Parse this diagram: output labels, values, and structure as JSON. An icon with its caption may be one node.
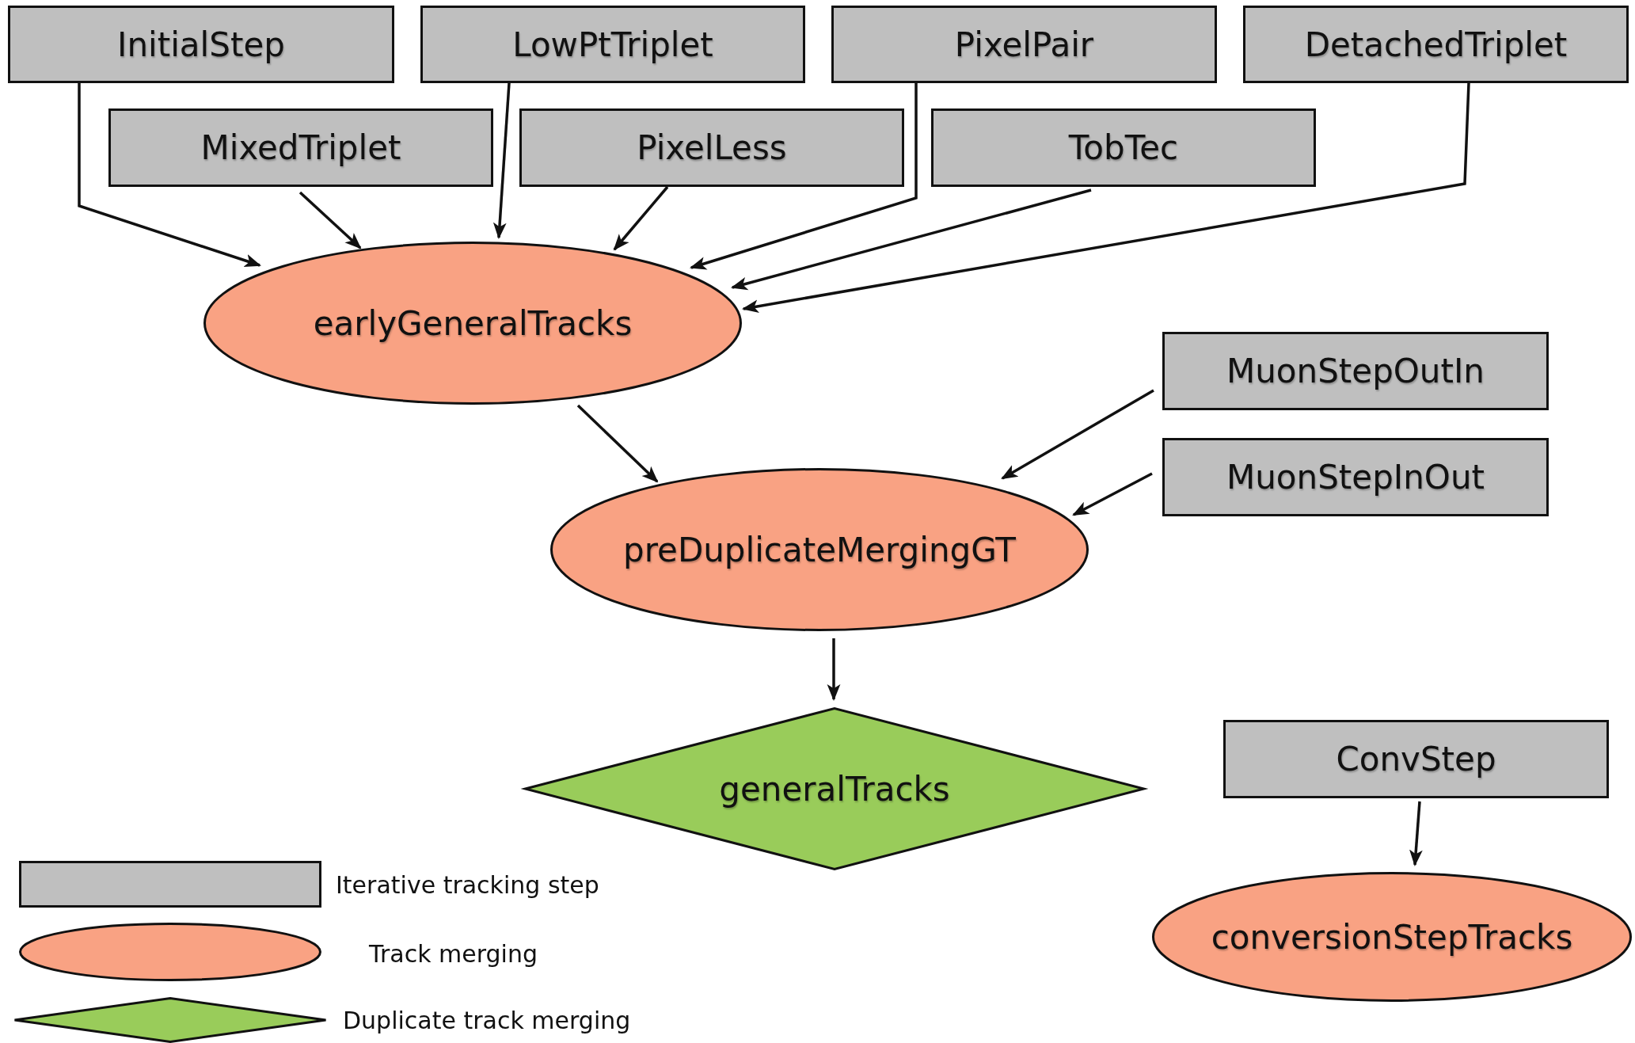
{
  "diagram": {
    "nodes": [
      {
        "text": [
          "InitialStep"
        ]
      },
      {
        "text": [
          "LowPtTriplet"
        ]
      },
      {
        "text": [
          "PixelPair"
        ]
      },
      {
        "text": [
          "DetachedTriplet"
        ]
      },
      {
        "text": [
          "MixedTriplet"
        ]
      },
      {
        "text": [
          "PixelLess"
        ]
      },
      {
        "text": [
          "TobTec"
        ]
      },
      {
        "text": [
          "earlyGeneralTracks"
        ]
      },
      {
        "text": [
          "MuonStepOutIn"
        ]
      },
      {
        "text": [
          "MuonStepInOut"
        ]
      },
      {
        "text": [
          "preDuplicateMergingGT"
        ]
      },
      {
        "text": [
          "generalTracks"
        ]
      },
      {
        "text": [
          "ConvStep"
        ]
      },
      {
        "text": [
          "conversionStepTracks"
        ]
      }
    ],
    "edges": [
      {
        "from": 0,
        "to": 7,
        "arrow": "to"
      },
      {
        "from": 1,
        "to": 7,
        "arrow": "to"
      },
      {
        "from": 2,
        "to": 7,
        "arrow": "to"
      },
      {
        "from": 3,
        "to": 7,
        "arrow": "to"
      },
      {
        "from": 4,
        "to": 7,
        "arrow": "to"
      },
      {
        "from": 5,
        "to": 7,
        "arrow": "to"
      },
      {
        "from": 6,
        "to": 7,
        "arrow": "to"
      },
      {
        "from": 7,
        "to": 10,
        "arrow": "to"
      },
      {
        "from": 8,
        "to": 10,
        "arrow": "to"
      },
      {
        "from": 9,
        "to": 10,
        "arrow": "to"
      },
      {
        "from": 10,
        "to": 11,
        "arrow": "to"
      },
      {
        "from": 12,
        "to": 13,
        "arrow": "to"
      }
    ],
    "legend": [
      {
        "text": "Iterative tracking step"
      },
      {
        "text": "Track merging"
      },
      {
        "text": "Duplicate track merging"
      }
    ]
  }
}
